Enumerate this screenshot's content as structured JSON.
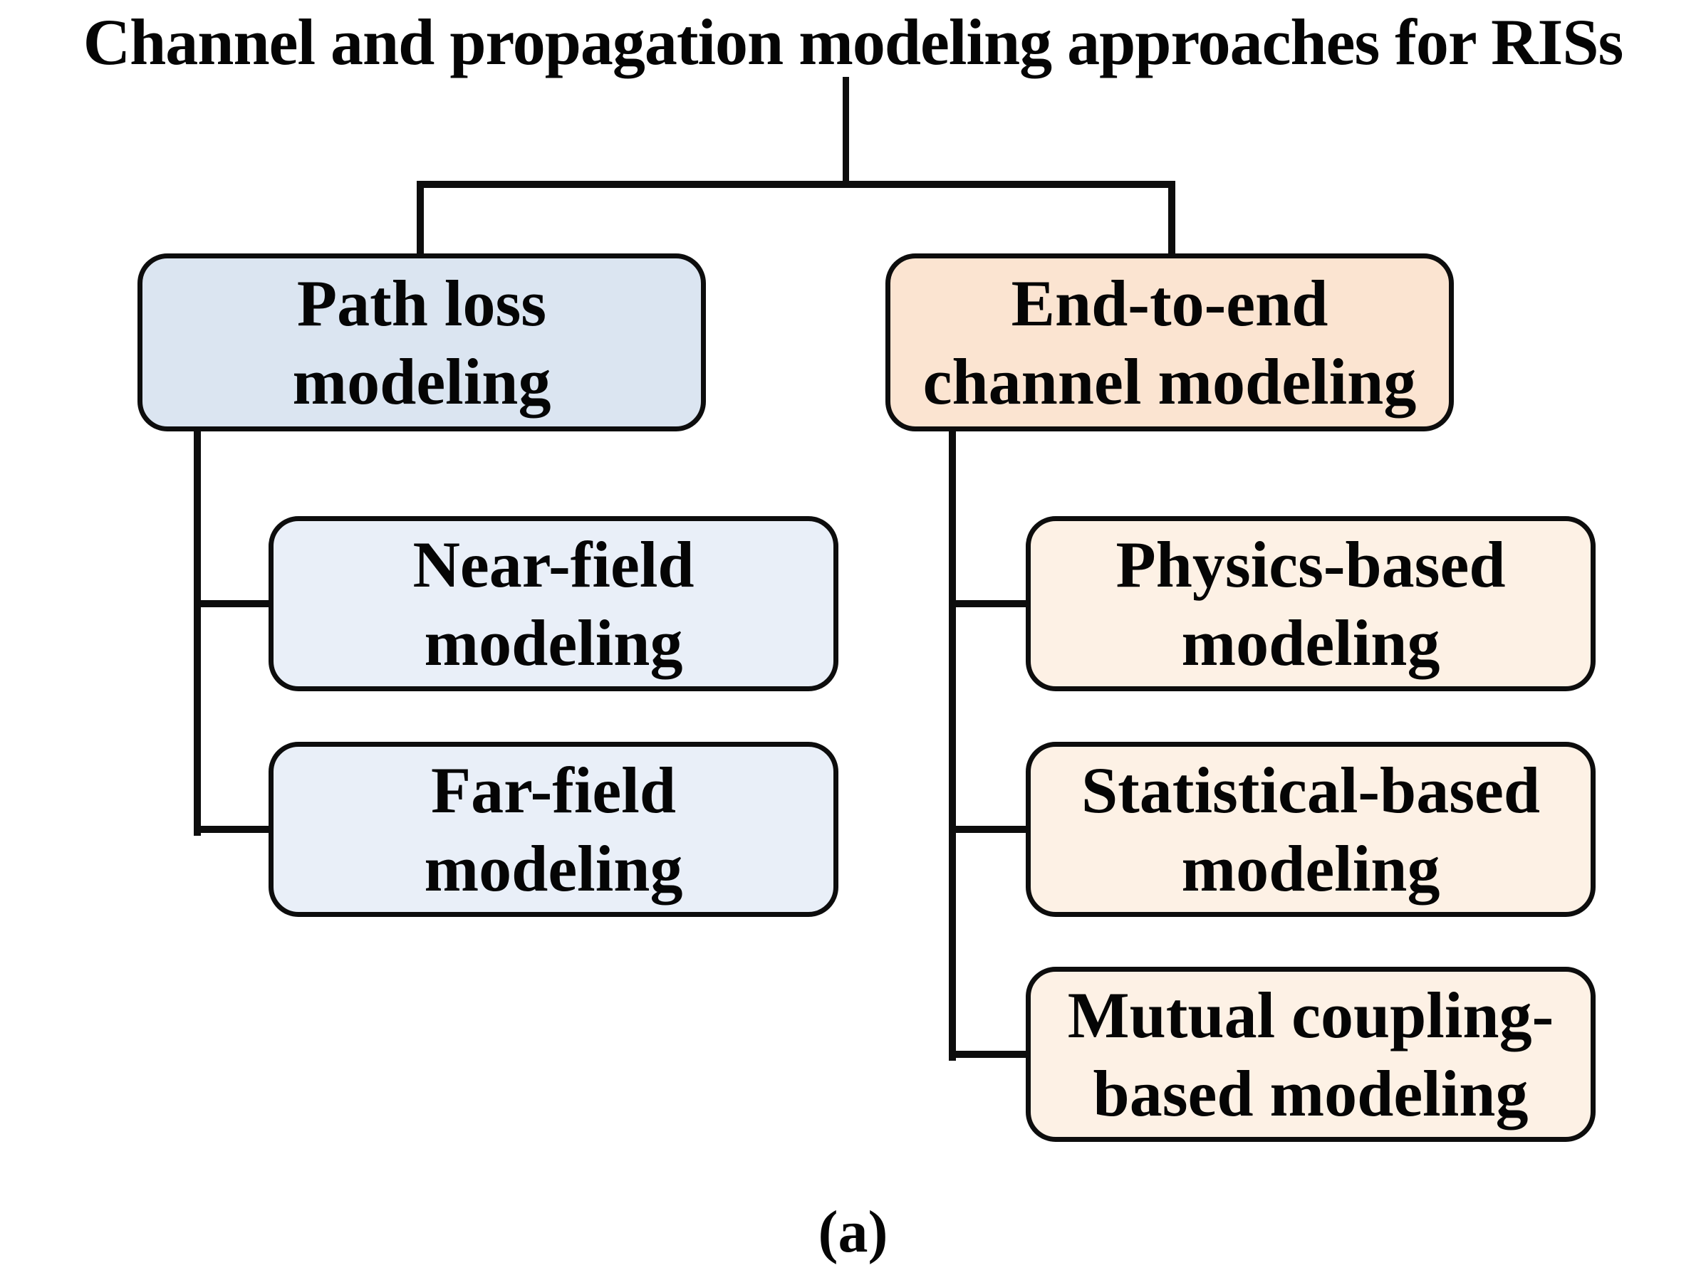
{
  "title": "Channel and propagation modeling approaches for RISs",
  "caption": "(a)",
  "nodes": {
    "path_loss": {
      "line1": "Path loss",
      "line2": "modeling"
    },
    "end_to_end": {
      "line1": "End-to-end",
      "line2": "channel modeling"
    },
    "near_field": {
      "line1": "Near-field",
      "line2": "modeling"
    },
    "far_field": {
      "line1": "Far-field",
      "line2": "modeling"
    },
    "physics": {
      "line1": "Physics-based",
      "line2": "modeling"
    },
    "statistical": {
      "line1": "Statistical-based",
      "line2": "modeling"
    },
    "mutual": {
      "line1": "Mutual coupling-",
      "line2": "based modeling"
    }
  },
  "colors": {
    "path_loss_fill": "#dbe5f1",
    "path_loss_child_fill": "#e9eff8",
    "end_to_end_fill": "#fbe4d1",
    "end_to_end_child_fill": "#fdf1e5",
    "line": "#0d0d0d"
  }
}
